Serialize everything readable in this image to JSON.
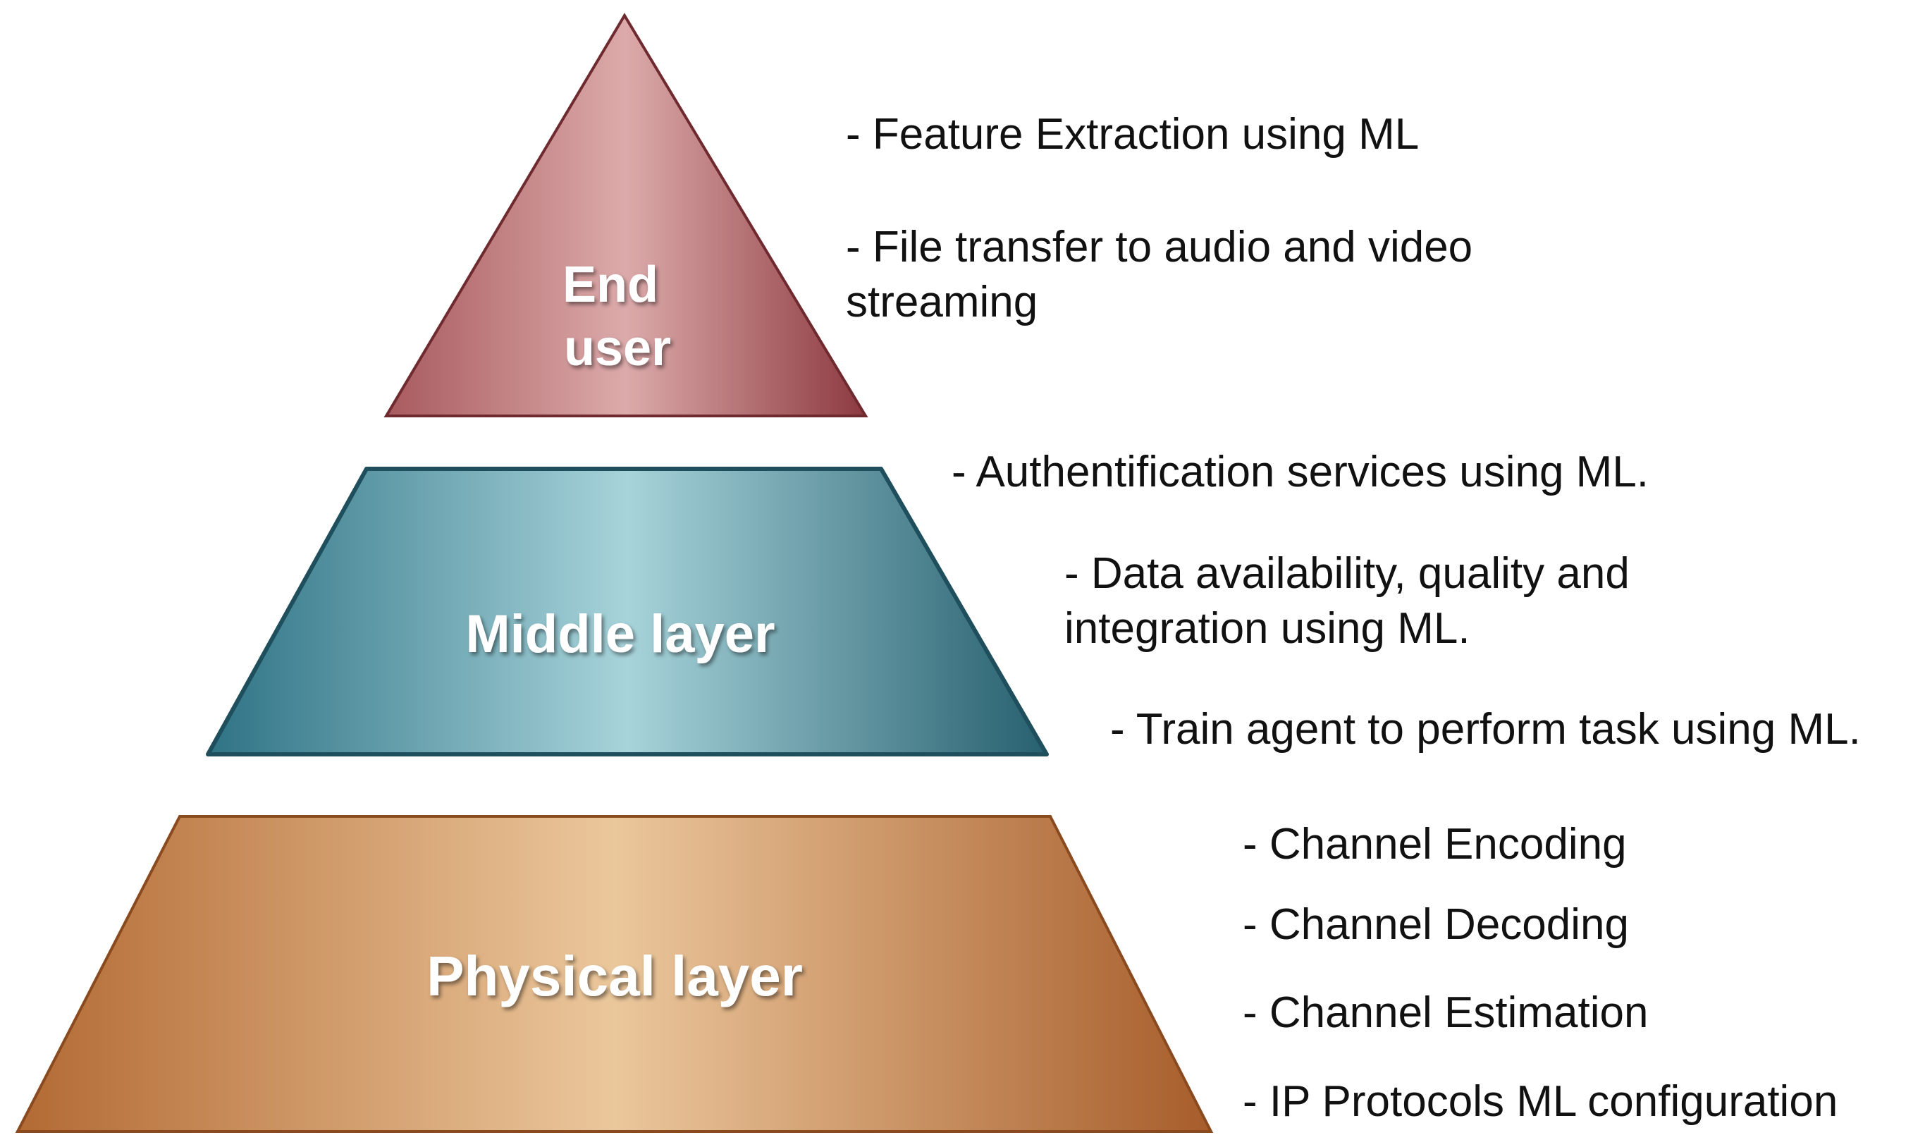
{
  "layers": {
    "top": {
      "label_line1": "End",
      "label_line2": "user",
      "color": "#c98c8c",
      "bullets": [
        {
          "line1": "- Feature Extraction using ML"
        },
        {
          "line1": "- File transfer to audio and video",
          "line2": "streaming"
        }
      ]
    },
    "middle": {
      "label": "Middle layer",
      "color": "#5a9fae",
      "bullets": [
        {
          "line1": "- Authentification services using ML."
        },
        {
          "line1": "- Data availability, quality and",
          "line2": "integration using ML."
        },
        {
          "line1": "- Train agent to perform task using ML."
        }
      ]
    },
    "bottom": {
      "label": "Physical layer",
      "color": "#d4a06a",
      "bullets": [
        {
          "line1": "- Channel Encoding"
        },
        {
          "line1": "- Channel Decoding"
        },
        {
          "line1": "- Channel Estimation"
        },
        {
          "line1": "- IP Protocols ML configuration"
        }
      ]
    }
  }
}
